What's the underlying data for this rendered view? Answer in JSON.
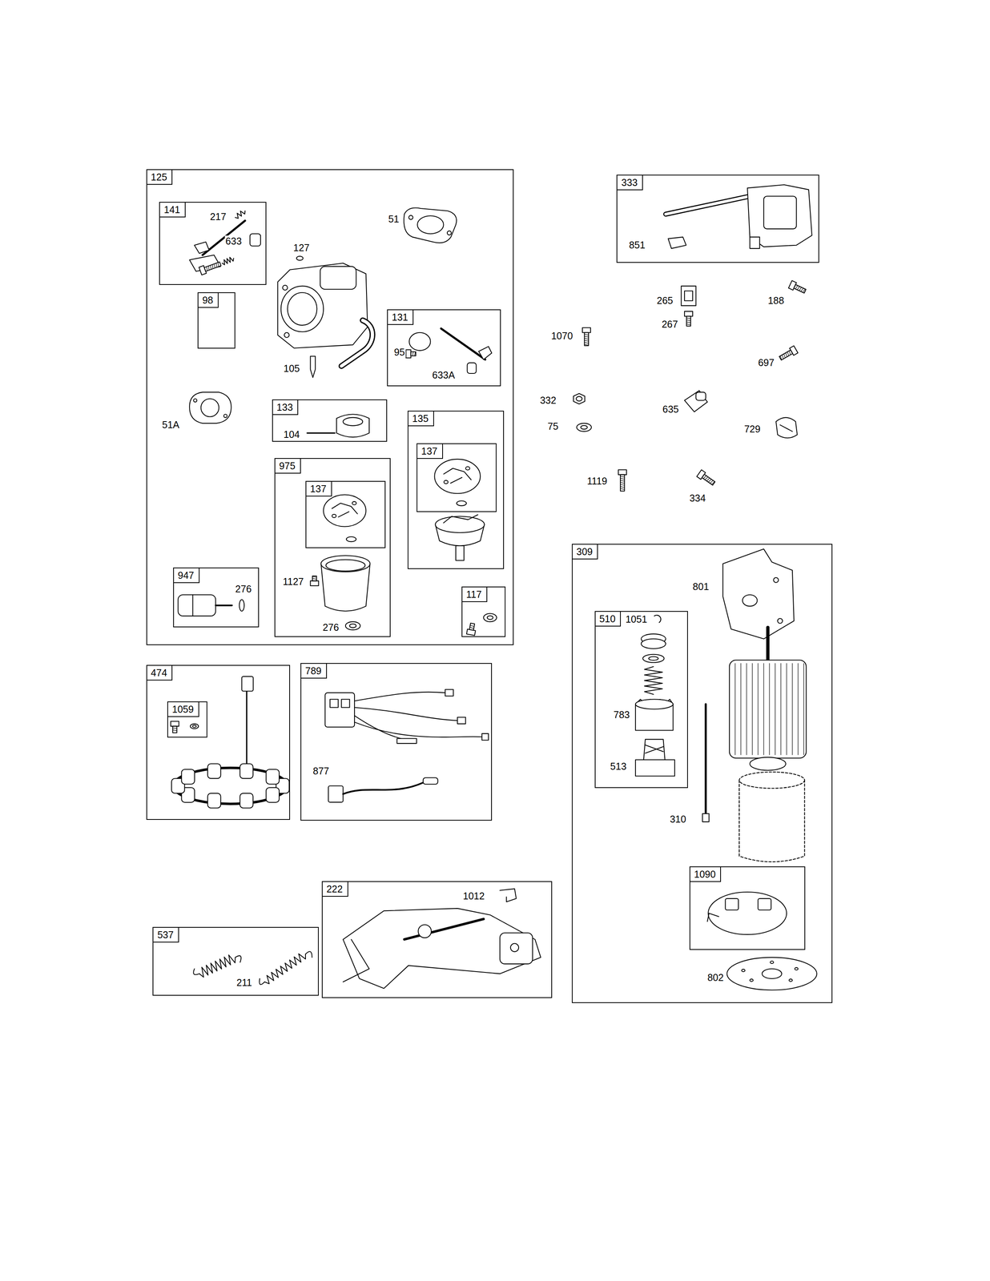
{
  "diagram": {
    "nodes": [
      {
        "text": [
          "125"
        ]
      },
      {
        "text": [
          "141"
        ],
        "in": 0
      },
      {
        "text": [
          "98"
        ],
        "in": 0
      },
      {
        "text": [
          "131"
        ],
        "in": 0
      },
      {
        "text": [
          "133"
        ],
        "in": 0
      },
      {
        "text": [
          "135"
        ],
        "in": 0
      },
      {
        "text": [
          "137"
        ],
        "in": 5
      },
      {
        "text": [
          "975"
        ],
        "in": 0
      },
      {
        "text": [
          "137"
        ],
        "in": 7
      },
      {
        "text": [
          "947"
        ],
        "in": 0
      },
      {
        "text": [
          "117"
        ],
        "in": 0
      },
      {
        "text": [
          "333"
        ]
      },
      {
        "text": [
          "309"
        ]
      },
      {
        "text": [
          "510"
        ],
        "in": 12
      },
      {
        "text": [
          "1090"
        ],
        "in": 12
      },
      {
        "text": [
          "474"
        ]
      },
      {
        "text": [
          "1059"
        ],
        "in": 15
      },
      {
        "text": [
          "789"
        ]
      },
      {
        "text": [
          "537"
        ]
      },
      {
        "text": [
          "222"
        ]
      }
    ],
    "labels": [
      "217",
      "633",
      "51",
      "127",
      "105",
      "95",
      "633A",
      "51A",
      "104",
      "1127",
      "276",
      "276",
      "851",
      "265",
      "188",
      "267",
      "1070",
      "697",
      "332",
      "635",
      "75",
      "729",
      "1119",
      "334",
      "801",
      "1051",
      "783",
      "513",
      "310",
      "802",
      "877",
      "1012",
      "211"
    ]
  }
}
